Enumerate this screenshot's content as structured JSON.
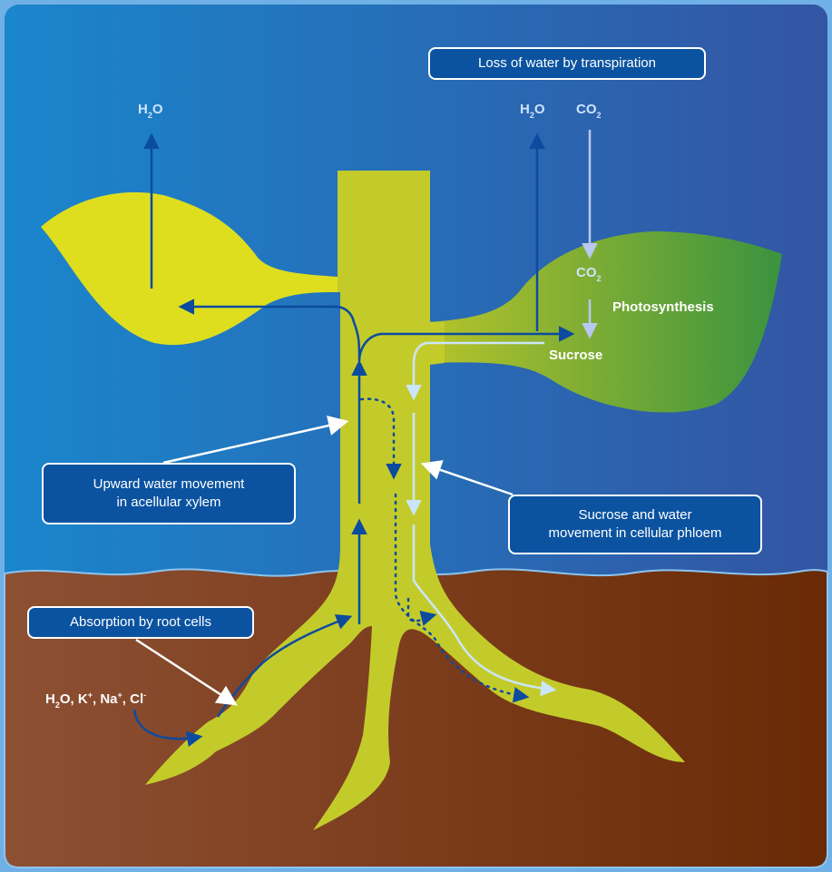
{
  "labels": {
    "transpiration": "Loss of water by transpiration",
    "photosynthesis": "Photosynthesis",
    "sucrose": "Sucrose",
    "xylem_line1": "Upward water movement",
    "xylem_line2": "in acellular xylem",
    "phloem_line1": "Sucrose and water",
    "phloem_line2": "movement in cellular phloem",
    "absorption": "Absorption by root cells"
  },
  "chem": {
    "h2o": {
      "base": "H",
      "sub": "2",
      "tail": "O"
    },
    "co2": {
      "base": "CO",
      "sub": "2"
    },
    "ions": {
      "h2o_base": "H",
      "h2o_sub": "2",
      "h2o_tail": "O,",
      "k": "K",
      "k_sup": "+",
      "k_sep": ",",
      "na": "Na",
      "na_sup": "+",
      "na_sep": ",",
      "cl": "Cl",
      "cl_sup": "-"
    }
  },
  "colors": {
    "sky_top": "#1a86cc",
    "sky_right": "#3355a3",
    "soil_left": "#8d5033",
    "soil_right": "#6a2a06",
    "plant_yellow": "#dede1f",
    "plant_green": "#3a933f",
    "stem": "#c3cb2b",
    "xylem_arrow": "#0c4b9e",
    "phloem_arrow": "#cbe5fa",
    "box_fill": "#0b53a0",
    "frame": "#6fb0e6"
  }
}
